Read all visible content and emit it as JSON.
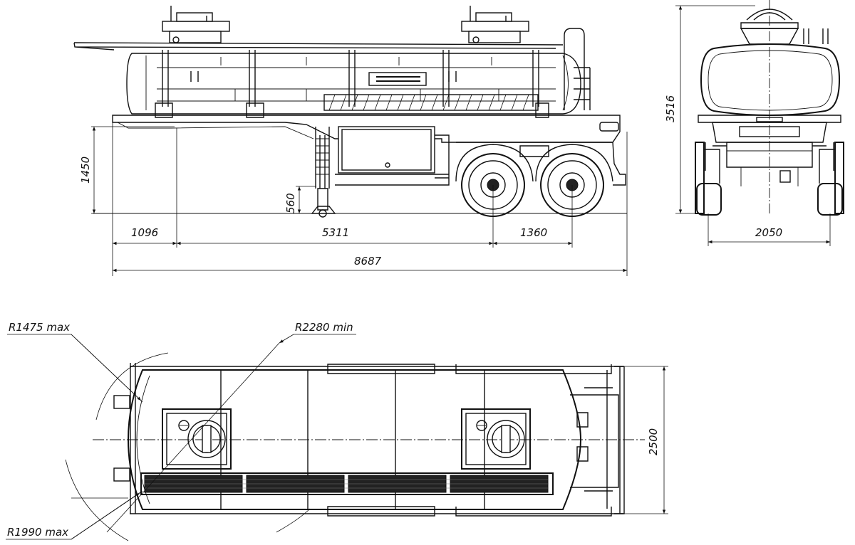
{
  "side_view": {
    "dims": {
      "height_coupling": "1450",
      "height_leg": "560",
      "front_overhang": "1096",
      "kingpin_to_axle": "5311",
      "axle_spacing": "1360",
      "overall_length": "8687"
    }
  },
  "rear_view": {
    "dims": {
      "overall_height": "3516",
      "track_width": "2050"
    }
  },
  "top_view": {
    "dims": {
      "overall_width": "2500",
      "front_swing_radius": "R1475 max",
      "min_turning_radius": "R2280 min",
      "rear_swing_radius": "R1990 max"
    }
  }
}
